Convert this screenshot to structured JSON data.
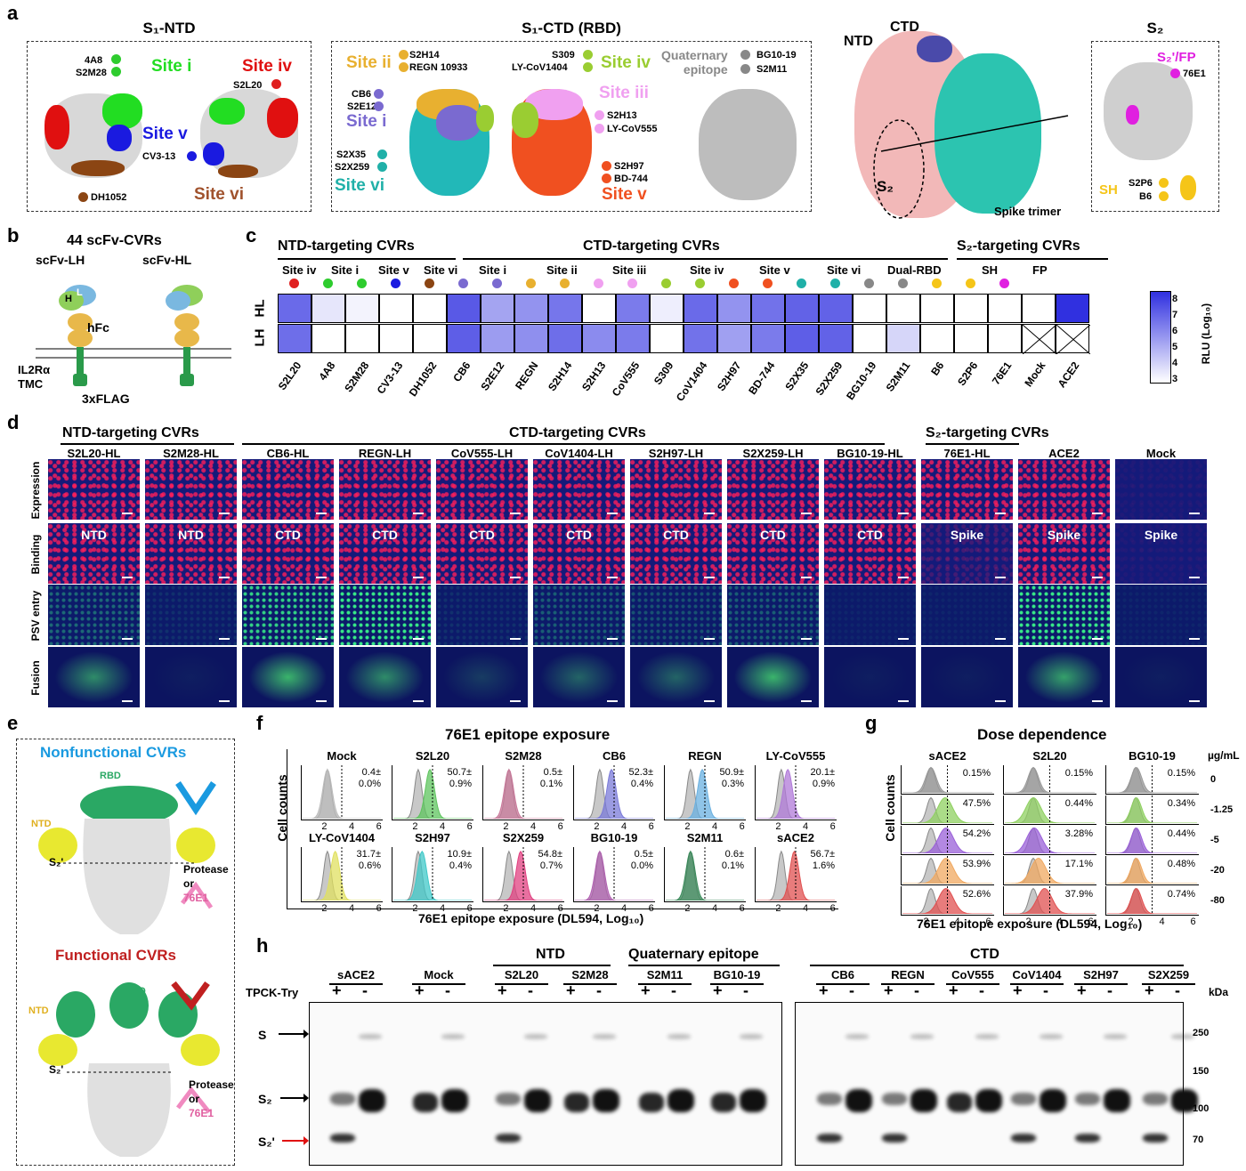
{
  "panels": {
    "a": "a",
    "b": "b",
    "c": "c",
    "d": "d",
    "e": "e",
    "f": "f",
    "g": "g",
    "h": "h"
  },
  "a": {
    "ntd_title": "S₁-NTD",
    "ctd_title": "S₁-CTD (RBD)",
    "s2_title": "S₂",
    "ntd_labels": [
      {
        "t": "4A8",
        "c": "#2ecc2e"
      },
      {
        "t": "S2M28",
        "c": "#2ecc2e"
      },
      {
        "t": "S2L20",
        "c": "#e02020"
      },
      {
        "t": "CV3-13",
        "c": "#1a1ae0"
      },
      {
        "t": "DH1052",
        "c": "#8b4513"
      }
    ],
    "ntd_sites": {
      "i": "Site i",
      "iv": "Site iv",
      "v": "Site v",
      "vi": "Site vi"
    },
    "ctd_labels": [
      {
        "t": "S2H14",
        "c": "#e8b030"
      },
      {
        "t": "REGN 10933",
        "c": "#e8b030"
      },
      {
        "t": "CB6",
        "c": "#7a6ad0"
      },
      {
        "t": "S2E12",
        "c": "#7a6ad0"
      },
      {
        "t": "S2X35",
        "c": "#20b0a8"
      },
      {
        "t": "S2X259",
        "c": "#20b0a8"
      },
      {
        "t": "S309",
        "c": "#9acd32"
      },
      {
        "t": "LY-CoV1404",
        "c": "#9acd32"
      },
      {
        "t": "S2H13",
        "c": "#f0a0f0"
      },
      {
        "t": "LY-CoV555",
        "c": "#f0a0f0"
      },
      {
        "t": "S2H97",
        "c": "#f05020"
      },
      {
        "t": "BD-744",
        "c": "#f05020"
      },
      {
        "t": "BG10-19",
        "c": "#888888"
      },
      {
        "t": "S2M11",
        "c": "#888888"
      }
    ],
    "ctd_sites": {
      "ii": "Site ii",
      "i": "Site i",
      "vi": "Site vi",
      "iv": "Site iv",
      "iii": "Site iii",
      "v": "Site v"
    },
    "quaternary": "Quaternary\nepitope",
    "trimer": {
      "ntd": "NTD",
      "ctd": "CTD",
      "s2": "S₂",
      "label": "Spike trimer"
    },
    "s2": {
      "fp": "S₂'/FP",
      "e1": "76E1",
      "sh": "SH",
      "p6": "S2P6",
      "b6": "B6"
    }
  },
  "b": {
    "title": "44 scFv-CVRs",
    "lh": "scFv-LH",
    "hl": "scFv-HL",
    "h": "H",
    "l": "L",
    "hfc": "hFc",
    "il2": "IL2Rα\nTMC",
    "flag": "3xFLAG"
  },
  "c": {
    "groups": [
      "NTD-targeting CVRs",
      "CTD-targeting CVRs",
      "S₂-targeting CVRs"
    ],
    "sites": [
      "Site iv",
      "Site i",
      "Site v",
      "Site vi",
      "Site i",
      "Site ii",
      "Site iii",
      "Site iv",
      "Site v",
      "Site vi",
      "Dual-RBD",
      "SH",
      "FP"
    ],
    "dot_colors": [
      "#e02020",
      "#2ecc2e",
      "#2ecc2e",
      "#1a1ae0",
      "#8b4513",
      "#7a6ad0",
      "#7a6ad0",
      "#e8b030",
      "#e8b030",
      "#f0a0f0",
      "#f0a0f0",
      "#9acd32",
      "#9acd32",
      "#f05020",
      "#f05020",
      "#20b0a8",
      "#20b0a8",
      "#888888",
      "#888888",
      "#f5c518",
      "#f5c518",
      "#e020e0"
    ],
    "rows": [
      "HL",
      "LH"
    ],
    "cols": [
      "S2L20",
      "4A8",
      "S2M28",
      "CV3-13",
      "DH1052",
      "CB6",
      "S2E12",
      "REGN",
      "S2H14",
      "S2H13",
      "CoV555",
      "S309",
      "CoV1404",
      "S2H97",
      "BD-744",
      "S2X35",
      "S2X259",
      "BG10-19",
      "S2M11",
      "B6",
      "S2P6",
      "76E1",
      "Mock",
      "ACE2"
    ],
    "hl": [
      6.6,
      3.6,
      3.3,
      3,
      3,
      7,
      5.2,
      5.6,
      6.3,
      3,
      6.2,
      3.4,
      6.6,
      5.6,
      6.4,
      6.8,
      6.8,
      3,
      3,
      3,
      3,
      3,
      3,
      8
    ],
    "lh": [
      6.5,
      3,
      3,
      3,
      3,
      6.9,
      5.4,
      5.7,
      6.5,
      5.8,
      6.2,
      3,
      6.4,
      5.3,
      6.2,
      6.9,
      6.8,
      3,
      4.0,
      3,
      3,
      3,
      null,
      null
    ],
    "legend_title": "RLU (Log₁₀)",
    "legend_ticks": [
      "3",
      "4",
      "5",
      "6",
      "7",
      "8"
    ]
  },
  "d": {
    "groups": [
      "NTD-targeting CVRs",
      "CTD-targeting CVRs",
      "S₂-targeting CVRs"
    ],
    "cols": [
      "S2L20-HL",
      "S2M28-HL",
      "CB6-HL",
      "REGN-LH",
      "CoV555-LH",
      "CoV1404-LH",
      "S2H97-LH",
      "S2X259-LH",
      "BG10-19-HL",
      "76E1-HL",
      "ACE2",
      "Mock"
    ],
    "rows": [
      "Expression",
      "Binding",
      "PSV entry",
      "Fusion"
    ],
    "binding": [
      "NTD",
      "NTD",
      "CTD",
      "CTD",
      "CTD",
      "CTD",
      "CTD",
      "CTD",
      "CTD",
      "Spike",
      "Spike",
      "Spike"
    ],
    "bind_level": [
      0.8,
      0.8,
      0.8,
      0.8,
      0.8,
      0.8,
      0.8,
      0.8,
      0.8,
      0.2,
      0.8,
      0.05
    ],
    "entry_level": [
      0.35,
      0.1,
      0.8,
      0.9,
      0.1,
      0.3,
      0.25,
      0.3,
      0.05,
      0.05,
      0.9,
      0.05
    ],
    "fusion_level": [
      0.6,
      0.05,
      0.8,
      0.6,
      0.2,
      0.4,
      0.4,
      0.8,
      0.05,
      0.05,
      0.7,
      0.05
    ],
    "expr_level": [
      0.8,
      0.8,
      0.8,
      0.8,
      0.8,
      0.8,
      0.8,
      0.8,
      0.8,
      0.8,
      0.8,
      0.05
    ]
  },
  "e": {
    "nonfunc": "Nonfunctional CVRs",
    "func": "Functional CVRs",
    "rbd": "RBD",
    "ntd": "NTD",
    "s2": "S₂'",
    "protease": "Protease",
    "or": "or",
    "e1": "76E1"
  },
  "f": {
    "title": "76E1 epitope exposure",
    "ylabel": "Cell counts",
    "xlabel": "76E1 epitope exposure (DL594, Log₁₀)",
    "plots": [
      {
        "name": "Mock",
        "pct": "0.4±\n0.0%",
        "color": "#bbbbbb",
        "shift": 0
      },
      {
        "name": "S2L20",
        "pct": "50.7±\n0.9%",
        "color": "#5ec45e",
        "shift": 0.9
      },
      {
        "name": "S2M28",
        "pct": "0.5±\n0.1%",
        "color": "#c9789a",
        "shift": 0
      },
      {
        "name": "CB6",
        "pct": "52.3±\n0.4%",
        "color": "#7a7ad8",
        "shift": 0.9
      },
      {
        "name": "REGN",
        "pct": "50.9±\n0.3%",
        "color": "#6ab0e0",
        "shift": 0.9
      },
      {
        "name": "LY-CoV555",
        "pct": "20.1±\n0.9%",
        "color": "#b07ad8",
        "shift": 0.5
      },
      {
        "name": "LY-CoV1404",
        "pct": "31.7±\n0.6%",
        "color": "#e0e060",
        "shift": 0.6
      },
      {
        "name": "S2H97",
        "pct": "10.9±\n0.4%",
        "color": "#40c8c8",
        "shift": 0.3
      },
      {
        "name": "S2X259",
        "pct": "54.8±\n0.7%",
        "color": "#e04080",
        "shift": 0.9
      },
      {
        "name": "BG10-19",
        "pct": "0.5±\n0.0%",
        "color": "#b060b0",
        "shift": 0
      },
      {
        "name": "S2M11",
        "pct": "0.6±\n0.1%",
        "color": "#3a8a5a",
        "shift": 0
      },
      {
        "name": "sACE2",
        "pct": "56.7±\n1.6%",
        "color": "#e05050",
        "shift": 1.0
      }
    ],
    "ticks": [
      "2",
      "4",
      "6"
    ]
  },
  "g": {
    "title": "Dose dependence",
    "unit": "µg/mL",
    "ylabel": "Cell counts",
    "xlabel": "76E1 epitope exposure (DL594, Log₁₀)",
    "cols": [
      "sACE2",
      "S2L20",
      "BG10-19"
    ],
    "doses": [
      "0",
      "1.25",
      "5",
      "20",
      "80"
    ],
    "colors": [
      "#999999",
      "#8fd060",
      "#9a60d8",
      "#f0a860",
      "#e05050"
    ],
    "pcts": [
      [
        "0.15%",
        "47.5%",
        "54.2%",
        "53.9%",
        "52.6%"
      ],
      [
        "0.15%",
        "0.44%",
        "3.28%",
        "17.1%",
        "37.9%"
      ],
      [
        "0.15%",
        "0.34%",
        "0.44%",
        "0.48%",
        "0.74%"
      ]
    ],
    "ticks": [
      "2",
      "4",
      "6"
    ]
  },
  "h": {
    "groups_left": [
      "sACE2",
      "Mock",
      "S2L20",
      "S2M28",
      "S2M11",
      "BG10-19"
    ],
    "groups_right": [
      "CB6",
      "REGN",
      "CoV555",
      "CoV1404",
      "S2H97",
      "S2X259"
    ],
    "ntd": "NTD",
    "quaternary": "Quaternary epitope",
    "ctd": "CTD",
    "tpck": "TPCK-Try",
    "plus": "+",
    "minus": "-",
    "bands": {
      "s": "S",
      "s2": "S₂",
      "s2p": "S₂'"
    },
    "kda": "kDa",
    "markers": [
      "250",
      "150",
      "100",
      "70"
    ]
  }
}
